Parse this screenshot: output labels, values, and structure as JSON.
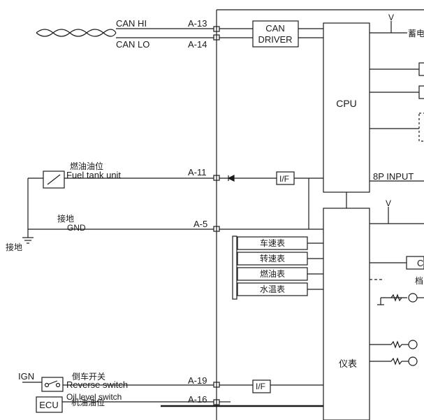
{
  "can": {
    "hi_label": "CAN HI",
    "lo_label": "CAN LO",
    "pin_hi": "A-13",
    "pin_lo": "A-14",
    "driver_line1": "CAN",
    "driver_line2": "DRIVER"
  },
  "cpu": {
    "label": "CPU",
    "input_label": "8P INPUT",
    "battery_label": "蓄电",
    "v_label": "V"
  },
  "fuel": {
    "label_cn": "燃油油位",
    "label_en": "Fuel tank unit",
    "pin": "A-11",
    "interface": "I/F"
  },
  "ground": {
    "label_cn": "接地",
    "label_en": "GND",
    "pin": "A-5",
    "symbol_label": "接地"
  },
  "gauges": {
    "items": [
      "车速表",
      "转速表",
      "燃油表",
      "水温表"
    ]
  },
  "cluster": {
    "label": "仪表",
    "v_label": "V",
    "partial_box": "C",
    "partial_text": "档"
  },
  "reverse": {
    "ign_label": "IGN",
    "label_cn": "倒车开关",
    "label_en": "Reverse switch",
    "pin": "A-19",
    "interface": "I/F"
  },
  "oil": {
    "ecu_label": "ECU",
    "label_cn": "机油油位",
    "label_en": "Oil level switch",
    "pin": "A-16"
  },
  "colors": {
    "line": "#1a1a1a",
    "background": "#ffffff"
  }
}
